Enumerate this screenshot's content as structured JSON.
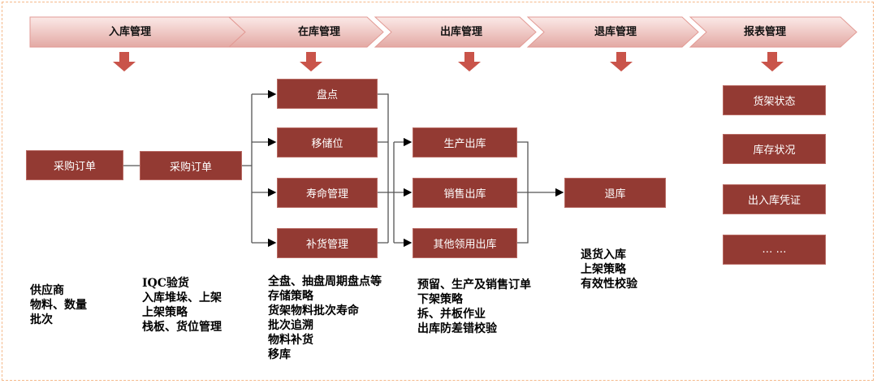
{
  "stages": [
    "入库管理",
    "在库管理",
    "出库管理",
    "退库管理",
    "报表管理"
  ],
  "inbound": {
    "boxes": [
      "采购订单",
      "采购订单"
    ],
    "notes1": [
      "供应商",
      "物料、数量",
      "批次"
    ],
    "notes2": [
      "IQC验货",
      "入库堆垛、上架",
      "上架策略",
      "栈板、货位管理"
    ]
  },
  "instock": {
    "boxes": [
      "盘点",
      "移储位",
      "寿命管理",
      "补货管理"
    ],
    "notes": [
      "全盘、抽盘周期盘点等",
      "存储策略",
      "货架物料批次寿命",
      "批次追溯",
      "物料补货",
      "移库"
    ]
  },
  "outbound": {
    "boxes": [
      "生产出库",
      "销售出库",
      "其他领用出库"
    ],
    "notes": [
      "预留、生产及销售订单",
      "下架策略",
      "拆、并板作业",
      "出库防差错校验"
    ]
  },
  "return": {
    "boxes": [
      "退库"
    ],
    "notes": [
      "退货入库",
      "上架策略",
      "有效性校验"
    ]
  },
  "report": {
    "boxes": [
      "货架状态",
      "库存状况",
      "出入库凭证",
      "… …"
    ]
  },
  "colors": {
    "box": "#933a33",
    "arrow": "#c9544a",
    "banner": "#e9b0ab"
  }
}
